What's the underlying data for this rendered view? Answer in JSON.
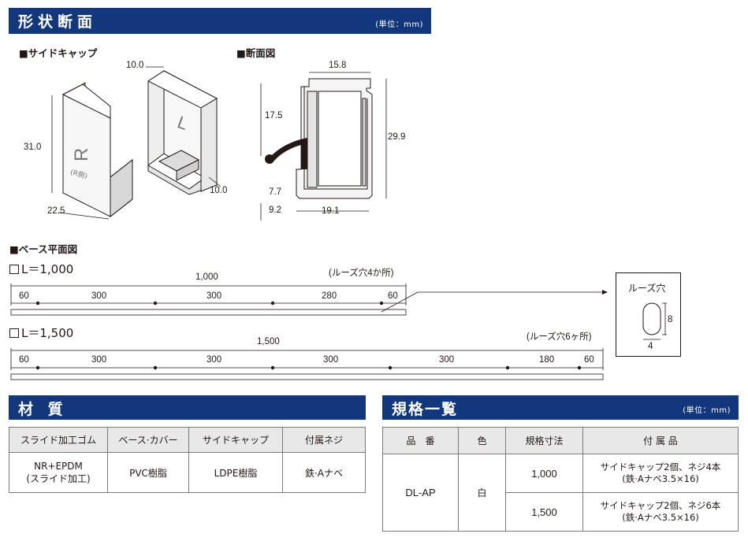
{
  "shape_section": {
    "title": "形状断面",
    "unit": "(単位：mm)"
  },
  "side_cap": {
    "heading": "■サイドキャップ",
    "dims": {
      "top": "10.0",
      "height": "31.0",
      "width": "22.5",
      "depth": "10.0"
    },
    "marks": {
      "letter_r": "R",
      "note_r": "(R側)",
      "letter_l": "L"
    }
  },
  "cross_section": {
    "heading": "■断面図",
    "dims": {
      "width_top": "15.8",
      "height_upper": "17.5",
      "height_total": "29.9",
      "d1": "7.7",
      "d2": "9.2",
      "width_bottom": "19.1"
    }
  },
  "base_plan": {
    "heading": "■ベース平面図",
    "l1000": {
      "label": "L＝1,000",
      "total": "1,000",
      "note": "(ルーズ穴4か所)",
      "segments": [
        "60",
        "300",
        "300",
        "280",
        "60"
      ]
    },
    "l1500": {
      "label": "L＝1,500",
      "total": "1,500",
      "note": "(ルーズ穴6ヶ所)",
      "segments": [
        "60",
        "300",
        "300",
        "300",
        "300",
        "180",
        "60"
      ]
    },
    "loose_hole": {
      "title": "ルーズ穴",
      "height": "8",
      "width": "4"
    }
  },
  "material": {
    "title": "材 質",
    "headers": [
      "スライド加工ゴム",
      "ベース·カバー",
      "サイドキャップ",
      "付属ネジ"
    ],
    "row": [
      "NR+EPDM\n(スライド加工)",
      "PVC樹脂",
      "LDPE樹脂",
      "鉄·Aナベ"
    ]
  },
  "spec": {
    "title": "規格一覧",
    "unit": "(単位：mm)",
    "headers": [
      "品　番",
      "色",
      "規格寸法",
      "付 属 品"
    ],
    "product": "DL-AP",
    "color": "白",
    "rows": [
      {
        "size": "1,000",
        "accessory": "サイドキャップ2個、ネジ4本\n(鉄·Aナベ3.5×16)"
      },
      {
        "size": "1,500",
        "accessory": "サイドキャップ2個、ネジ6本\n(鉄·Aナベ3.5×16)"
      }
    ]
  }
}
